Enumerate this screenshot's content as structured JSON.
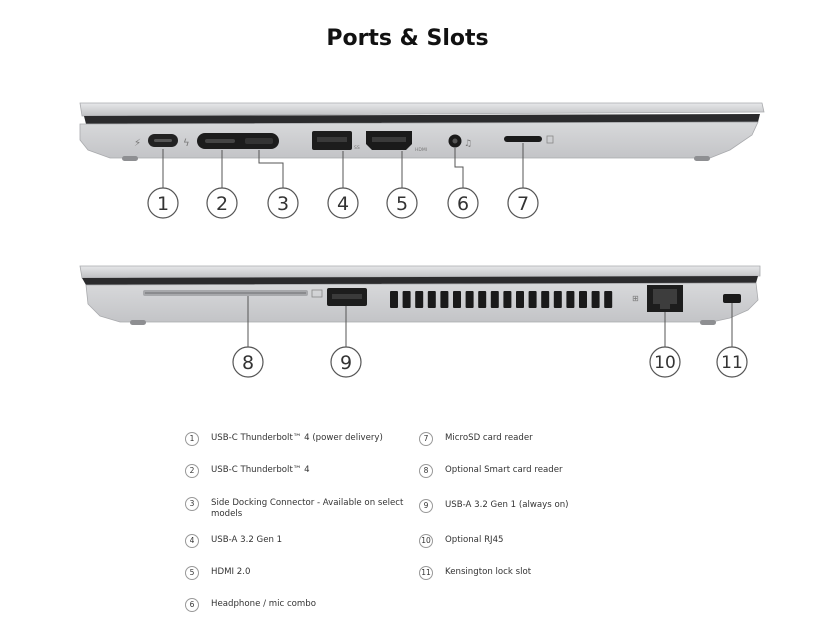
{
  "title": "Ports & Slots",
  "callouts": {
    "c1": "1",
    "c2": "2",
    "c3": "3",
    "c4": "4",
    "c5": "5",
    "c6": "6",
    "c7": "7",
    "c8": "8",
    "c9": "9",
    "c10": "10",
    "c11": "11"
  },
  "legend": [
    {
      "num": "1",
      "label": "USB-C Thunderbolt™ 4 (power delivery)"
    },
    {
      "num": "2",
      "label": "USB-C Thunderbolt™ 4"
    },
    {
      "num": "3",
      "label": "Side Docking Connector - Available on select models"
    },
    {
      "num": "4",
      "label": "USB-A 3.2 Gen 1"
    },
    {
      "num": "5",
      "label": "HDMI 2.0"
    },
    {
      "num": "6",
      "label": "Headphone / mic combo"
    },
    {
      "num": "7",
      "label": "MicroSD card reader"
    },
    {
      "num": "8",
      "label": "Optional Smart card reader"
    },
    {
      "num": "9",
      "label": "USB-A 3.2 Gen 1 (always on)"
    },
    {
      "num": "10",
      "label": "Optional RJ45"
    },
    {
      "num": "11",
      "label": "Kensington lock slot"
    }
  ],
  "port_markings": {
    "usb_a_mark": "SS",
    "hdmi_mark": "HDMI"
  },
  "colors": {
    "chassis": "#d9dadc",
    "chassis_dark": "#b9babd",
    "port_black": "#1a1a1a",
    "line": "#555555"
  }
}
